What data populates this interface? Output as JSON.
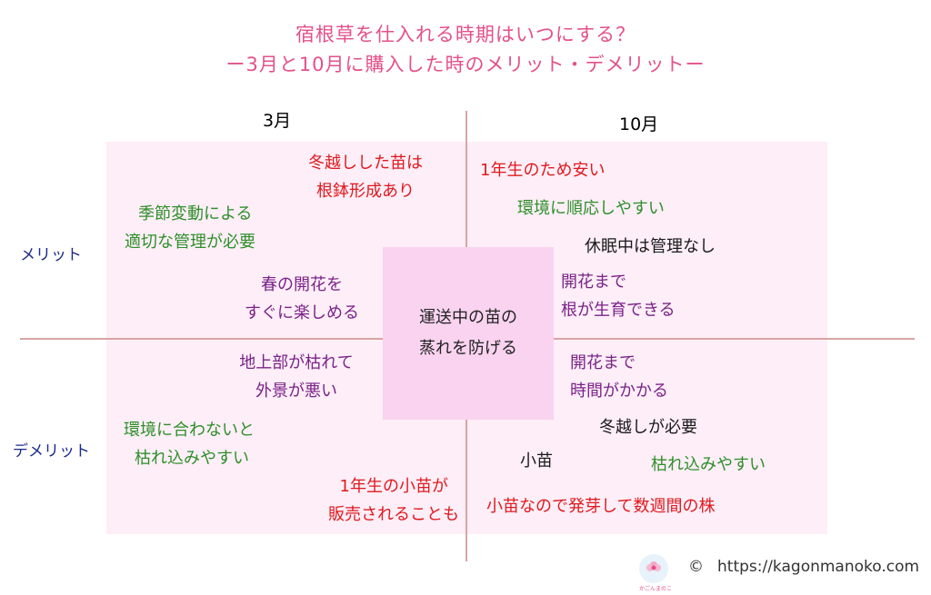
{
  "title": {
    "line1": "宿根草を仕入れる時期はいつにする？",
    "line2": "ー3月と10月に購入した時のメリット・デメリットー"
  },
  "columns": {
    "march": "3月",
    "october": "10月"
  },
  "rows": {
    "merit": "メリット",
    "demerit": "デメリット"
  },
  "center": {
    "line1": "運送中の苗の",
    "line2": "蒸れを防げる"
  },
  "march_merits": {
    "overwintered": [
      "冬越しした苗は",
      "根鉢形成あり"
    ],
    "seasonal": [
      "季節変動による",
      "適切な管理が必要"
    ],
    "spring_flowers": [
      "春の開花を",
      "すぐに楽しめる"
    ]
  },
  "october_merits": {
    "cheap": "1年生のため安い",
    "adapt": "環境に順応しやすい",
    "dormant": "休眠中は管理なし",
    "roots": [
      "開花まで",
      "根が生育できる"
    ]
  },
  "march_demerits": {
    "withered": [
      "地上部が枯れて",
      "外景が悪い"
    ],
    "env": [
      "環境に合わないと",
      "枯れ込みやすい"
    ],
    "annual_sold": [
      "1年生の小苗が",
      "販売されることも"
    ]
  },
  "october_demerits": {
    "time": [
      "開花まで",
      "時間がかかる"
    ],
    "winter": "冬越しが必要",
    "small": "小苗",
    "wither": "枯れ込みやすい",
    "weeks": "小苗なので発芽して数週間の株"
  },
  "footer": {
    "copyright": "©",
    "url": "https://kagonmanoko.com",
    "logo_text": "かごんまのこ"
  },
  "colors": {
    "title": "#e4508a",
    "panel": "#fdeef7",
    "center": "#f9d3ef",
    "red": "#e0191f",
    "green": "#2e8f2a",
    "purple": "#7a2288",
    "row_label": "#1a2a8a"
  }
}
